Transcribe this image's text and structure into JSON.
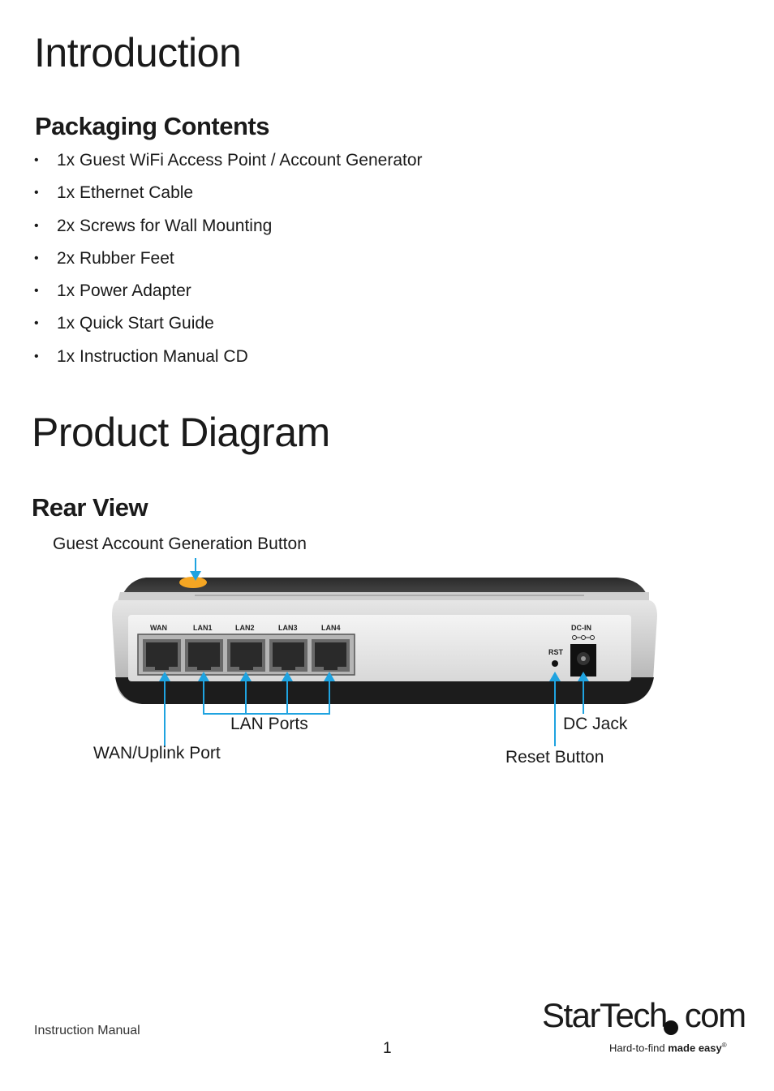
{
  "intro": {
    "title": "Introduction",
    "packaging_heading": "Packaging Contents",
    "items": [
      "1x Guest WiFi Access Point / Account Generator",
      "1x Ethernet Cable",
      "2x Screws for Wall Mounting",
      "2x Rubber Feet",
      "1x Power Adapter",
      "1x Quick Start Guide",
      "1x Instruction Manual CD"
    ]
  },
  "product": {
    "title": "Product Diagram",
    "rear_heading": "Rear View",
    "callouts": {
      "guest_button": "Guest Account Generation Button",
      "lan_ports": "LAN Ports",
      "wan_port": "WAN/Uplink Port",
      "dc_jack": "DC Jack",
      "reset_button": "Reset Button"
    },
    "device_labels": {
      "wan": "WAN",
      "lan1": "LAN1",
      "lan2": "LAN2",
      "lan3": "LAN3",
      "lan4": "LAN4",
      "rst": "RST",
      "dcin": "DC-IN"
    }
  },
  "footer": {
    "manual_label": "Instruction Manual",
    "page_number": "1",
    "logo_main": "StarTech",
    "logo_suffix": "com",
    "logo_tag_light": "Hard-to-find ",
    "logo_tag_bold": "made easy",
    "logo_reg": "®"
  },
  "colors": {
    "callout_line": "#1fa3e0",
    "guest_button": "#f5a623"
  }
}
